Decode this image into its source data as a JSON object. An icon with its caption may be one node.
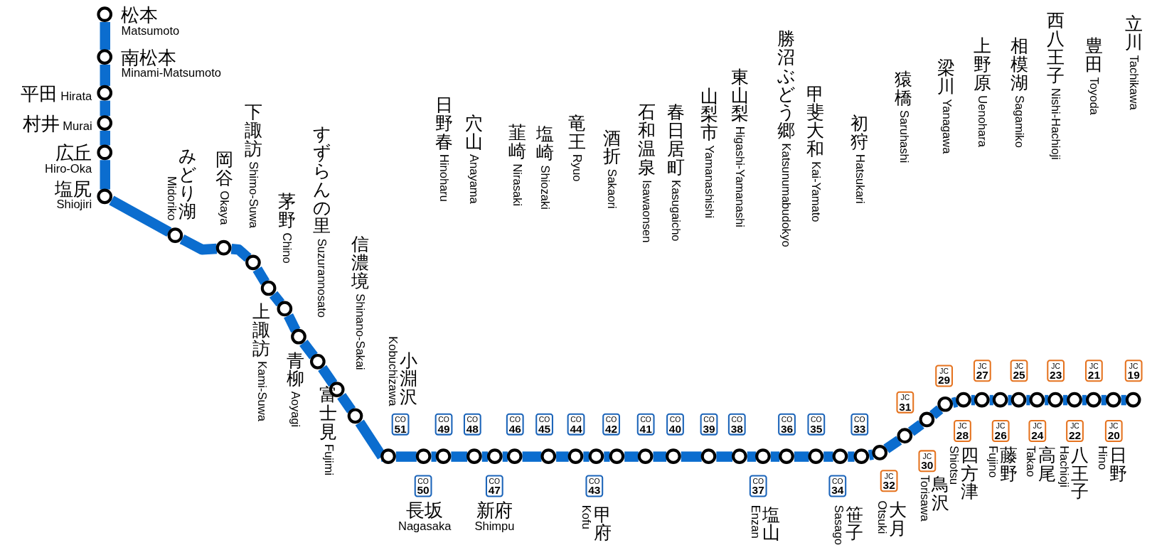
{
  "diagram": {
    "nodes": [
      {
        "text": [],
        "shape": "circle",
        "beside": [
          "松本",
          "Matsumoto"
        ]
      },
      {
        "text": [],
        "shape": "circle",
        "beside": [
          "南松本",
          "Minami-Matsumoto"
        ]
      },
      {
        "text": [],
        "shape": "circle",
        "beside": [
          "平田",
          "Hirata"
        ]
      },
      {
        "text": [],
        "shape": "circle",
        "beside": [
          "村井",
          "Murai"
        ]
      },
      {
        "text": [],
        "shape": "circle",
        "beside": [
          "広丘",
          "Hiro-Oka"
        ]
      },
      {
        "text": [],
        "shape": "circle",
        "beside": [
          "塩尻",
          "Shiojiri"
        ]
      },
      {
        "text": [],
        "shape": "circle",
        "beside": [
          "みどり湖",
          "Midoriko"
        ]
      },
      {
        "text": [],
        "shape": "circle",
        "beside": [
          "岡谷",
          "Okaya"
        ]
      },
      {
        "text": [],
        "shape": "circle",
        "beside": [
          "下諏訪",
          "Shimo-Suwa"
        ]
      },
      {
        "text": [],
        "shape": "circle",
        "beside": [
          "上諏訪",
          "Kami-Suwa"
        ]
      },
      {
        "text": [],
        "shape": "circle",
        "beside": [
          "茅野",
          "Chino"
        ]
      },
      {
        "text": [],
        "shape": "circle",
        "beside": [
          "青柳",
          "Aoyagi"
        ]
      },
      {
        "text": [],
        "shape": "circle",
        "beside": [
          "すずらんの里",
          "Suzurannosato"
        ]
      },
      {
        "text": [],
        "shape": "circle",
        "beside": [
          "富士見",
          "Fujimi"
        ]
      },
      {
        "text": [],
        "shape": "circle",
        "beside": [
          "信濃境",
          "Shinano-Sakai"
        ]
      },
      {
        "text": [],
        "shape": "circle",
        "beside": [
          "小淵沢",
          "Kobuchizawa"
        ]
      },
      {
        "text": [],
        "shape": "circle",
        "beside": [
          "長坂",
          "Nagasaka"
        ]
      },
      {
        "text": [],
        "shape": "circle",
        "beside": [
          "日野春",
          "Hinoharu"
        ]
      },
      {
        "text": [],
        "shape": "circle",
        "beside": [
          "穴山",
          "Anayama"
        ]
      },
      {
        "text": [],
        "shape": "circle",
        "beside": [
          "新府",
          "Shimpu"
        ]
      },
      {
        "text": [],
        "shape": "circle",
        "beside": [
          "韮崎",
          "Nirasaki"
        ]
      },
      {
        "text": [],
        "shape": "circle",
        "beside": [
          "塩崎",
          "Shiozaki"
        ]
      },
      {
        "text": [],
        "shape": "circle",
        "beside": [
          "竜王",
          "Ryuo"
        ]
      },
      {
        "text": [],
        "shape": "circle",
        "beside": [
          "甲府",
          "Kofu"
        ]
      },
      {
        "text": [],
        "shape": "circle",
        "beside": [
          "酒折",
          "Sakaori"
        ]
      },
      {
        "text": [],
        "shape": "circle",
        "beside": [
          "石和温泉",
          "Isawaonsen"
        ]
      },
      {
        "text": [],
        "shape": "circle",
        "beside": [
          "春日居町",
          "Kasugaicho"
        ]
      },
      {
        "text": [],
        "shape": "circle",
        "beside": [
          "山梨市",
          "Yamanashishi"
        ]
      },
      {
        "text": [],
        "shape": "circle",
        "beside": [
          "東山梨",
          "Higashi-Yamanashi"
        ]
      },
      {
        "text": [],
        "shape": "circle",
        "beside": [
          "塩山",
          "Enzan"
        ]
      },
      {
        "text": [],
        "shape": "circle",
        "beside": [
          "勝沼ぶどう郷",
          "Katsunumabudokyo"
        ]
      },
      {
        "text": [],
        "shape": "circle",
        "beside": [
          "甲斐大和",
          "Kai-Yamato"
        ]
      },
      {
        "text": [],
        "shape": "circle",
        "beside": [
          "笹子",
          "Sasago"
        ]
      },
      {
        "text": [],
        "shape": "circle",
        "beside": [
          "初狩",
          "Hatsukari"
        ]
      },
      {
        "text": [],
        "shape": "circle",
        "beside": [
          "大月",
          "Otsuki"
        ]
      },
      {
        "text": [],
        "shape": "circle",
        "beside": [
          "猿橋",
          "Saruhashi"
        ]
      },
      {
        "text": [],
        "shape": "circle",
        "beside": [
          "鳥沢",
          "Torisawa"
        ]
      },
      {
        "text": [],
        "shape": "circle",
        "beside": [
          "梁川",
          "Yanagawa"
        ]
      },
      {
        "text": [],
        "shape": "circle",
        "beside": [
          "四方津",
          "Shiotsu"
        ]
      },
      {
        "text": [],
        "shape": "circle",
        "beside": [
          "上野原",
          "Uenohara"
        ]
      },
      {
        "text": [],
        "shape": "circle",
        "beside": [
          "藤野",
          "Fujino"
        ]
      },
      {
        "text": [],
        "shape": "circle",
        "beside": [
          "相模湖",
          "Sagamiko"
        ]
      },
      {
        "text": [],
        "shape": "circle",
        "beside": [
          "高尾",
          "Takao"
        ]
      },
      {
        "text": [],
        "shape": "circle",
        "beside": [
          "西八王子",
          "Nishi-Hachioji"
        ]
      },
      {
        "text": [],
        "shape": "circle",
        "beside": [
          "八王子",
          "Hachioji"
        ]
      },
      {
        "text": [],
        "shape": "circle",
        "beside": [
          "豊田",
          "Toyoda"
        ]
      },
      {
        "text": [],
        "shape": "circle",
        "beside": [
          "日野",
          "Hino"
        ]
      },
      {
        "text": [],
        "shape": "circle",
        "beside": [
          "立川",
          "Tachikawa"
        ]
      },
      {
        "text": [
          "CO",
          "51"
        ]
      },
      {
        "text": [
          "CO",
          "50"
        ]
      },
      {
        "text": [
          "CO",
          "49"
        ]
      },
      {
        "text": [
          "CO",
          "48"
        ]
      },
      {
        "text": [
          "CO",
          "47"
        ]
      },
      {
        "text": [
          "CO",
          "46"
        ]
      },
      {
        "text": [
          "CO",
          "45"
        ]
      },
      {
        "text": [
          "CO",
          "44"
        ]
      },
      {
        "text": [
          "CO",
          "43"
        ]
      },
      {
        "text": [
          "CO",
          "42"
        ]
      },
      {
        "text": [
          "CO",
          "41"
        ]
      },
      {
        "text": [
          "CO",
          "40"
        ]
      },
      {
        "text": [
          "CO",
          "39"
        ]
      },
      {
        "text": [
          "CO",
          "38"
        ]
      },
      {
        "text": [
          "CO",
          "37"
        ]
      },
      {
        "text": [
          "CO",
          "36"
        ]
      },
      {
        "text": [
          "CO",
          "35"
        ]
      },
      {
        "text": [
          "CO",
          "34"
        ]
      },
      {
        "text": [
          "CO",
          "33"
        ]
      },
      {
        "text": [
          "JC",
          "32"
        ]
      },
      {
        "text": [
          "JC",
          "31"
        ]
      },
      {
        "text": [
          "JC",
          "30"
        ]
      },
      {
        "text": [
          "JC",
          "29"
        ]
      },
      {
        "text": [
          "JC",
          "28"
        ]
      },
      {
        "text": [
          "JC",
          "27"
        ]
      },
      {
        "text": [
          "JC",
          "26"
        ]
      },
      {
        "text": [
          "JC",
          "25"
        ]
      },
      {
        "text": [
          "JC",
          "24"
        ]
      },
      {
        "text": [
          "JC",
          "23"
        ]
      },
      {
        "text": [
          "JC",
          "22"
        ]
      },
      {
        "text": [
          "JC",
          "21"
        ]
      },
      {
        "text": [
          "JC",
          "20"
        ]
      },
      {
        "text": [
          "JC",
          "19"
        ]
      }
    ],
    "edges": [
      {
        "from": 0,
        "to": 1,
        "arrow": "none"
      },
      {
        "from": 1,
        "to": 2,
        "arrow": "none"
      },
      {
        "from": 2,
        "to": 3,
        "arrow": "none"
      },
      {
        "from": 3,
        "to": 4,
        "arrow": "none"
      },
      {
        "from": 4,
        "to": 5,
        "arrow": "none"
      },
      {
        "from": 5,
        "to": 6,
        "arrow": "none"
      },
      {
        "from": 6,
        "to": 7,
        "arrow": "none"
      },
      {
        "from": 7,
        "to": 8,
        "arrow": "none"
      },
      {
        "from": 8,
        "to": 9,
        "arrow": "none"
      },
      {
        "from": 9,
        "to": 10,
        "arrow": "none"
      },
      {
        "from": 10,
        "to": 11,
        "arrow": "none"
      },
      {
        "from": 11,
        "to": 12,
        "arrow": "none"
      },
      {
        "from": 12,
        "to": 13,
        "arrow": "none"
      },
      {
        "from": 13,
        "to": 14,
        "arrow": "none"
      },
      {
        "from": 14,
        "to": 15,
        "arrow": "none"
      },
      {
        "from": 15,
        "to": 16,
        "arrow": "none"
      },
      {
        "from": 16,
        "to": 17,
        "arrow": "none"
      },
      {
        "from": 17,
        "to": 18,
        "arrow": "none"
      },
      {
        "from": 18,
        "to": 19,
        "arrow": "none"
      },
      {
        "from": 19,
        "to": 20,
        "arrow": "none"
      },
      {
        "from": 20,
        "to": 21,
        "arrow": "none"
      },
      {
        "from": 21,
        "to": 22,
        "arrow": "none"
      },
      {
        "from": 22,
        "to": 23,
        "arrow": "none"
      },
      {
        "from": 23,
        "to": 24,
        "arrow": "none"
      },
      {
        "from": 24,
        "to": 25,
        "arrow": "none"
      },
      {
        "from": 25,
        "to": 26,
        "arrow": "none"
      },
      {
        "from": 26,
        "to": 27,
        "arrow": "none"
      },
      {
        "from": 27,
        "to": 28,
        "arrow": "none"
      },
      {
        "from": 28,
        "to": 29,
        "arrow": "none"
      },
      {
        "from": 29,
        "to": 30,
        "arrow": "none"
      },
      {
        "from": 30,
        "to": 31,
        "arrow": "none"
      },
      {
        "from": 31,
        "to": 32,
        "arrow": "none"
      },
      {
        "from": 32,
        "to": 33,
        "arrow": "none"
      },
      {
        "from": 33,
        "to": 34,
        "arrow": "none"
      },
      {
        "from": 34,
        "to": 35,
        "arrow": "none"
      },
      {
        "from": 35,
        "to": 36,
        "arrow": "none"
      },
      {
        "from": 36,
        "to": 37,
        "arrow": "none"
      },
      {
        "from": 37,
        "to": 38,
        "arrow": "none"
      },
      {
        "from": 38,
        "to": 39,
        "arrow": "none"
      },
      {
        "from": 39,
        "to": 40,
        "arrow": "none"
      },
      {
        "from": 40,
        "to": 41,
        "arrow": "none"
      },
      {
        "from": 41,
        "to": 42,
        "arrow": "none"
      },
      {
        "from": 42,
        "to": 43,
        "arrow": "none"
      },
      {
        "from": 43,
        "to": 44,
        "arrow": "none"
      },
      {
        "from": 44,
        "to": 45,
        "arrow": "none"
      },
      {
        "from": 45,
        "to": 46,
        "arrow": "none"
      },
      {
        "from": 46,
        "to": 47,
        "arrow": "none"
      }
    ]
  }
}
